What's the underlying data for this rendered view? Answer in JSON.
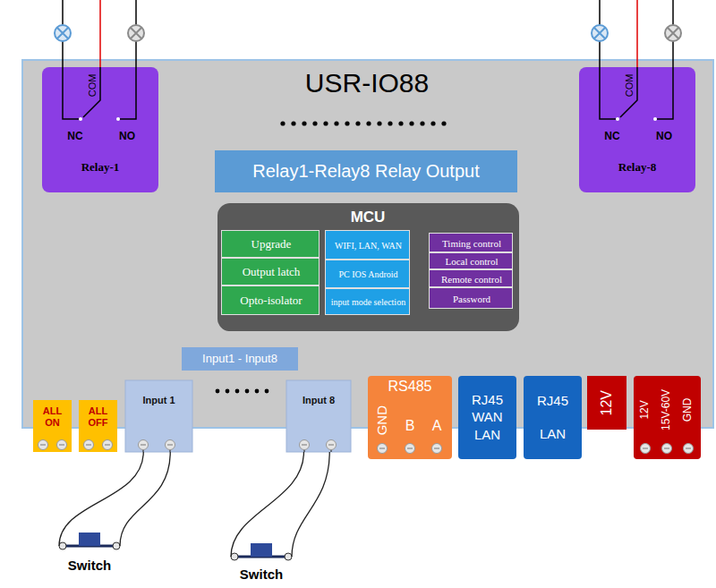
{
  "diagram": {
    "title": "USR-IO88",
    "nodes": [
      {
        "text": [
          "COM",
          "NC",
          "NO",
          "Relay-1"
        ]
      },
      {
        "text": [
          "Relay1-Relay8 Relay Output"
        ]
      },
      {
        "text": [
          "COM",
          "NC",
          "NO",
          "Relay-8"
        ]
      },
      {
        "text": [
          "MCU"
        ]
      },
      {
        "text": [
          "Upgrade"
        ],
        "in": 3
      },
      {
        "text": [
          "Output latch"
        ],
        "in": 3
      },
      {
        "text": [
          "Opto-isolator"
        ],
        "in": 3
      },
      {
        "text": [
          "WIFI, LAN, WAN"
        ],
        "in": 3
      },
      {
        "text": [
          "PC IOS Android"
        ],
        "in": 3
      },
      {
        "text": [
          "input mode selection"
        ],
        "in": 3
      },
      {
        "text": [
          "Timing control"
        ],
        "in": 3
      },
      {
        "text": [
          "Local control"
        ],
        "in": 3
      },
      {
        "text": [
          "Remote control"
        ],
        "in": 3
      },
      {
        "text": [
          "Password"
        ],
        "in": 3
      },
      {
        "text": [
          "Input1 - Input8"
        ]
      },
      {
        "text": [
          "ALL ON"
        ]
      },
      {
        "text": [
          "ALL OFF"
        ]
      },
      {
        "text": [
          "Input 1"
        ]
      },
      {
        "text": [
          "Input 8"
        ]
      },
      {
        "text": [
          "RS485",
          "GND",
          "B",
          "A"
        ]
      },
      {
        "text": [
          "RJ45 WAN LAN"
        ]
      },
      {
        "text": [
          "RJ45 LAN"
        ]
      },
      {
        "text": [
          "12V"
        ]
      },
      {
        "text": [
          "12V",
          "15V-60V",
          "GND"
        ]
      },
      {
        "text": [
          "Switch"
        ]
      },
      {
        "text": [
          "Switch"
        ]
      }
    ],
    "edges": [
      {
        "from": 17,
        "to": 24,
        "arrow": "none"
      },
      {
        "from": 18,
        "to": 25,
        "arrow": "none"
      }
    ]
  }
}
